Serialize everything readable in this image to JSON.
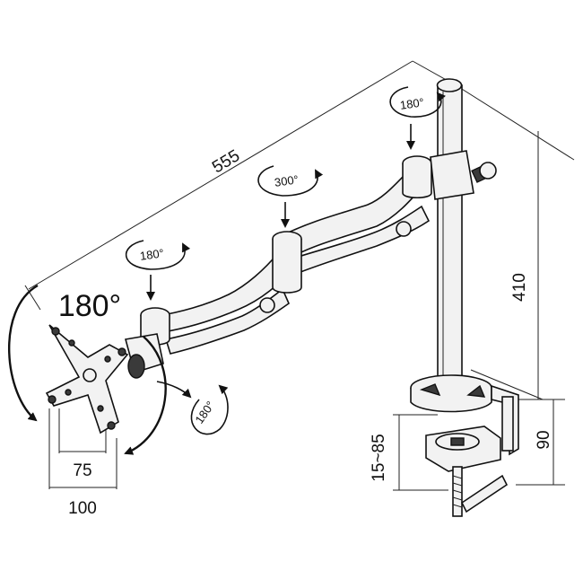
{
  "dimensions": {
    "arm_length": "555",
    "pole_height": "410",
    "clamp_height": "90",
    "desk_thickness": "15~85",
    "vesa_small": "75",
    "vesa_large": "100"
  },
  "rotations": {
    "pole_top": "180°",
    "middle_joint": "300°",
    "front_joint": "180°",
    "head_tilt": "180°",
    "screen_rotation": "180°"
  },
  "colors": {
    "line": "#111111",
    "part_fill": "#f2f2f2",
    "dark_fill": "#3a3a3a"
  }
}
